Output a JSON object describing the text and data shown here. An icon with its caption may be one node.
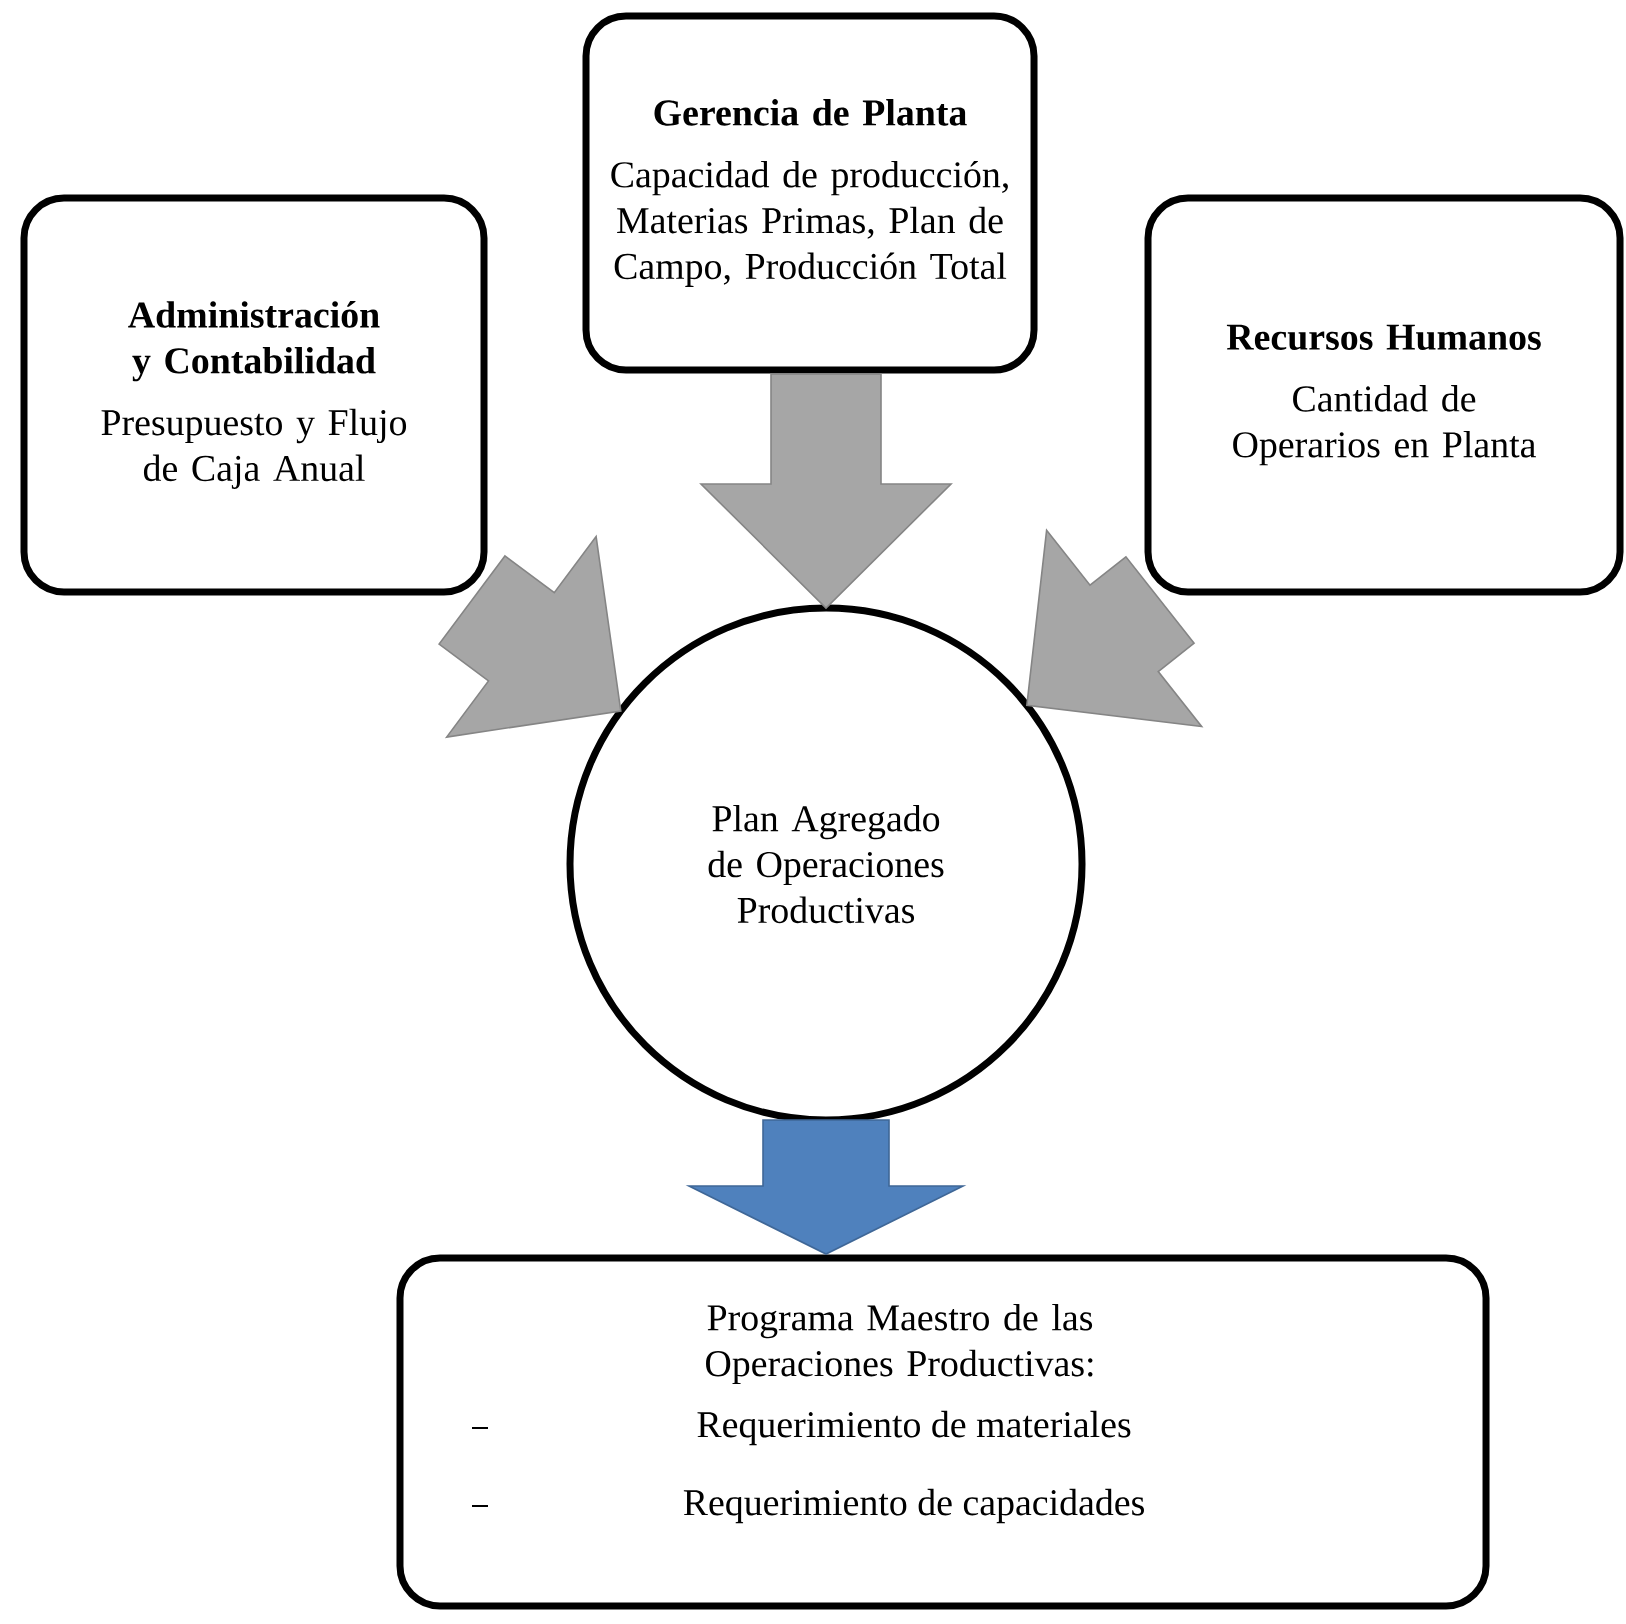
{
  "diagram": {
    "nodes": [
      {
        "text": [
          "Gerencia de Planta",
          "Capacidad de producción, Materias Primas, Plan de Campo, Producción Total"
        ]
      },
      {
        "text": [
          "Administración y Contabilidad",
          "Presupuesto y Flujo de Caja Anual"
        ]
      },
      {
        "text": [
          "Recursos Humanos",
          "Cantidad de Operarios en Planta"
        ]
      },
      {
        "text": [
          "Plan Agregado de Operaciones Productivas"
        ]
      },
      {
        "text": [
          "Programa Maestro de las Operaciones Productivas:",
          "Requerimiento de materiales",
          "Requerimiento de capacidades"
        ]
      }
    ],
    "edges": [
      {
        "from": 0,
        "to": 3,
        "arrow": "to"
      },
      {
        "from": 1,
        "to": 3,
        "arrow": "to"
      },
      {
        "from": 2,
        "to": 3,
        "arrow": "to"
      },
      {
        "from": 3,
        "to": 4,
        "arrow": "to",
        "color": "#4f81bd"
      }
    ]
  }
}
